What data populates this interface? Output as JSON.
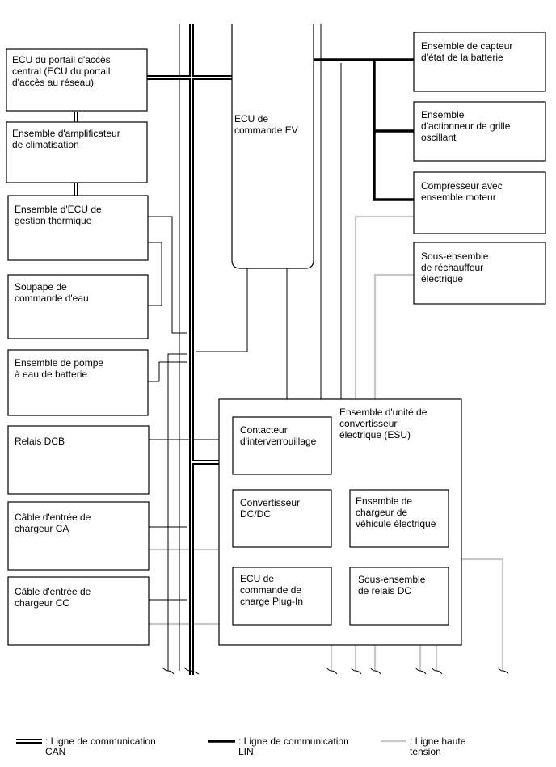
{
  "diagram": {
    "ecu_ev": "ECU de\ncommande EV",
    "left_boxes": [
      "ECU du portail d'accès\ncentral (ECU du portail\nd'accès au réseau)",
      "Ensemble d'amplificateur\nde climatisation",
      "Ensemble d'ECU de\ngestion thermique",
      "Soupape de\ncommande d'eau",
      "Ensemble de pompe\nà eau de batterie",
      "Relais DCB",
      "Câble d'entrée de\nchargeur CA",
      "Câble d'entrée de\nchargeur CC"
    ],
    "right_boxes": [
      "Ensemble de capteur\nd'état de la batterie",
      "Ensemble\nd'actionneur de grille\noscillant",
      "Compresseur avec\nensemble moteur",
      "Sous-ensemble\nde réchauffeur\nélectrique"
    ],
    "esu": {
      "title": "Ensemble d'unité de\nconvertisseur\nélectrique (ESU)",
      "inner_boxes": [
        "Contacteur\nd'interverrouillage",
        "Convertisseur\nDC/DC",
        "Ensemble de\nchargeur de\nvéhicule électrique",
        "ECU de\ncommande de\ncharge Plug-In",
        "Sous-ensemble\nde relais DC"
      ]
    }
  },
  "legend": {
    "can": ": Ligne de communication\nCAN",
    "lin": ": Ligne de communication\nLIN",
    "hv": ": Ligne haute\ntension"
  },
  "colors": {
    "line": "#000000",
    "high_voltage": "#c8c8c8"
  }
}
